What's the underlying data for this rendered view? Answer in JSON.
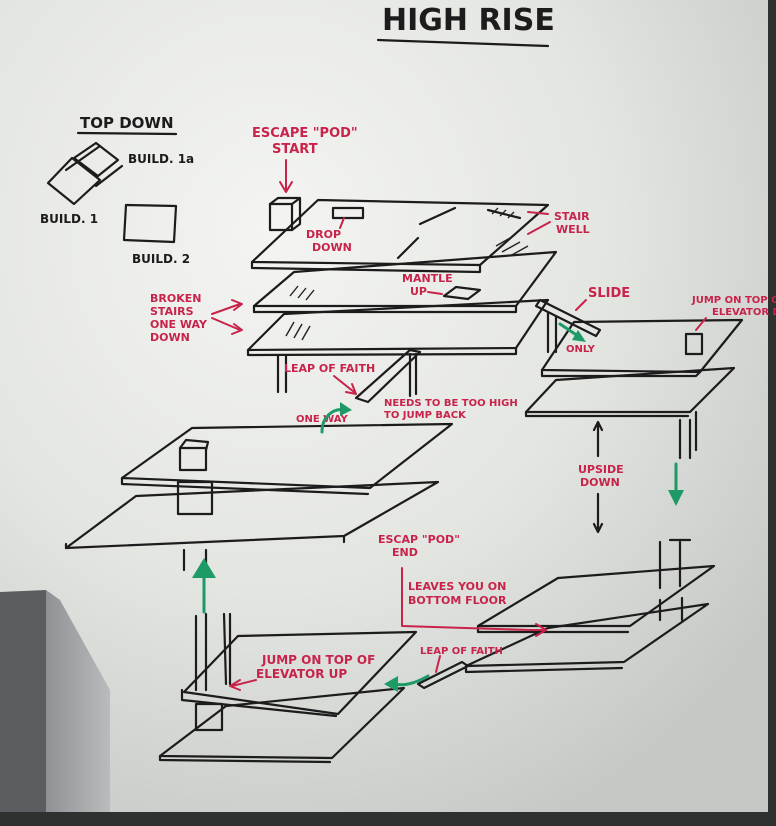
{
  "title": "HIGH RISE",
  "top_down": {
    "heading": "TOP DOWN",
    "build_1a": "BUILD. 1a",
    "build_1": "BUILD. 1",
    "build_2": "BUILD. 2"
  },
  "labels": {
    "escape_pod_start_1": "ESCAPE \"POD\"",
    "escape_pod_start_2": "START",
    "drop_down_1": "DROP",
    "drop_down_2": "DOWN",
    "stair_well_1": "STAIR",
    "stair_well_2": "WELL",
    "mantle_up_1": "MANTLE",
    "mantle_up_2": "UP",
    "broken_stairs_1": "BROKEN",
    "broken_stairs_2": "STAIRS",
    "broken_stairs_3": "ONE WAY",
    "broken_stairs_4": "DOWN",
    "slide": "SLIDE",
    "only": "ONLY",
    "jump_elevator_down_1": "JUMP ON TOP OF",
    "jump_elevator_down_2": "ELEVATOR DOWN",
    "leap_of_faith_1": "LEAP OF FAITH",
    "one_way": "ONE WAY",
    "too_high_1": "NEEDS TO BE TOO HIGH",
    "too_high_2": "TO JUMP BACK",
    "upside_down_1": "UPSIDE",
    "upside_down_2": "DOWN",
    "escape_pod_end_1": "ESCAP \"POD\"",
    "escape_pod_end_2": "END",
    "leaves_bottom_1": "LEAVES YOU ON",
    "leaves_bottom_2": "BOTTOM FLOOR",
    "jump_elevator_up_1": "JUMP ON TOP OF",
    "jump_elevator_up_2": "ELEVATOR UP",
    "leap_of_faith_2": "LEAP OF FAITH"
  },
  "colors": {
    "board": "#e9ebe8",
    "ink_black": "#1c1c1c",
    "ink_red": "#c8234a",
    "ink_green": "#1e9a66"
  }
}
